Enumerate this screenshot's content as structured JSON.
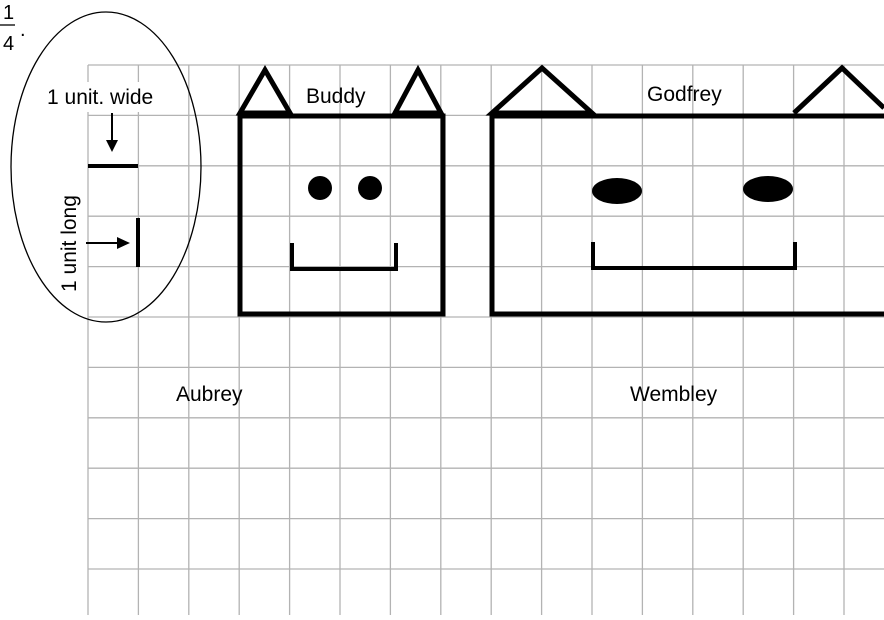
{
  "fraction": {
    "numerator": "1",
    "denominator": "4",
    "trailing": "."
  },
  "legend": {
    "wide_label": "1 unit. wide",
    "long_label": "1 unit long"
  },
  "faces": {
    "buddy": {
      "name": "Buddy"
    },
    "godfrey": {
      "name": "Godfrey"
    }
  },
  "labels": {
    "aubrey": "Aubrey",
    "wembley": "Wembley"
  },
  "colors": {
    "grid": "#b3b3b3",
    "ink": "#000000",
    "background": "#ffffff"
  }
}
